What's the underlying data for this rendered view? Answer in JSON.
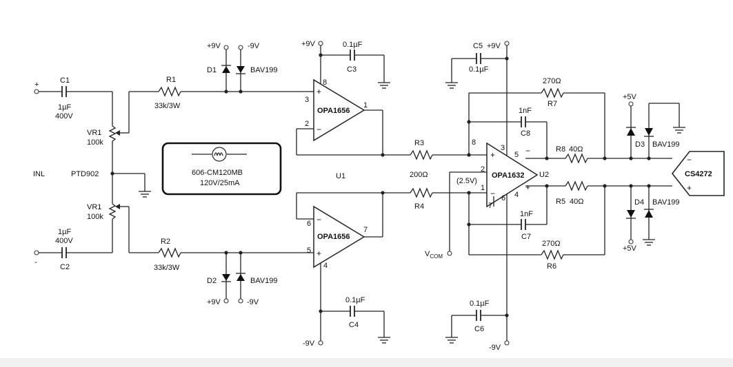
{
  "inputs": {
    "plus": "+",
    "minus": "-",
    "inl": "INL"
  },
  "capacitors": {
    "c1": {
      "name": "C1",
      "value": "1µF",
      "rating": "400V"
    },
    "c2": {
      "name": "C2",
      "value": "1µF",
      "rating": "400V"
    },
    "c3": {
      "name": "C3",
      "value": "0.1µF"
    },
    "c4": {
      "name": "C4",
      "value": "0.1µF"
    },
    "c5": {
      "name": "C5",
      "value": "0.1µF"
    },
    "c6": {
      "name": "C6",
      "value": "0.1µF"
    },
    "c7": {
      "name": "C7",
      "value": "1nF"
    },
    "c8": {
      "name": "C8",
      "value": "1nF"
    }
  },
  "resistors": {
    "r1": {
      "name": "R1",
      "value": "33k/3W"
    },
    "r2": {
      "name": "R2",
      "value": "33k/3W"
    },
    "r3": {
      "name": "R3",
      "value": "200Ω"
    },
    "r4": {
      "name": "R4"
    },
    "r5": {
      "name": "R5",
      "value": "40Ω"
    },
    "r6": {
      "name": "R6",
      "value": "270Ω"
    },
    "r7": {
      "name": "R7",
      "value": "270Ω"
    },
    "r8": {
      "name": "R8",
      "value": "40Ω"
    }
  },
  "pots": {
    "vr1_top": {
      "name": "VR1",
      "value": "100k"
    },
    "vr1_bottom": {
      "name": "VR1",
      "value": "100k"
    }
  },
  "ptd": "PTD902",
  "diodes": {
    "d1": "D1",
    "d2": "D2",
    "d3": "D3",
    "d4": "D4",
    "part": "BAV199"
  },
  "supplies": {
    "pos9": "+9V",
    "neg9": "-9V",
    "pos5": "+5V"
  },
  "opamps": {
    "top": {
      "name": "OPA1656",
      "pins": {
        "p3": "3",
        "p2": "2",
        "p8": "8",
        "p1": "1"
      }
    },
    "bottom": {
      "name": "OPA1656",
      "pins": {
        "p6": "6",
        "p5": "5",
        "p7": "7",
        "p4": "4"
      }
    },
    "diff": {
      "name": "OPA1632",
      "pins": {
        "p8": "8",
        "p3": "3",
        "p5": "5",
        "p2": "2",
        "p1": "1",
        "p7": "7",
        "p6": "6",
        "p4": "4"
      }
    }
  },
  "u1": "U1",
  "u2": "U2",
  "vref": "(2.5V)",
  "vcom": {
    "main": "V",
    "sub": "COM"
  },
  "lamp": {
    "part": "606-CM120MB",
    "rating": "120V/25mA"
  },
  "adc": "CS4272",
  "signs": {
    "plus": "+",
    "minus": "−"
  }
}
